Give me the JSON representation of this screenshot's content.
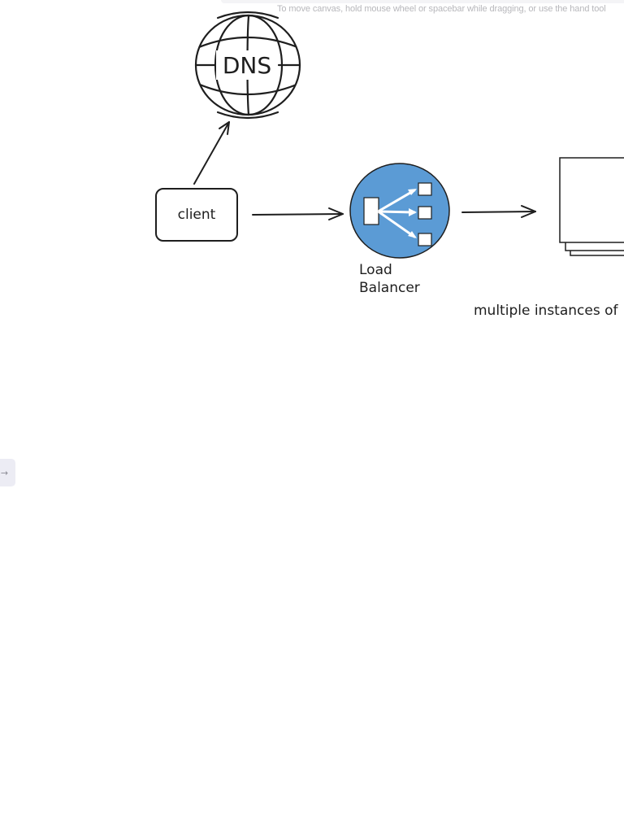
{
  "hint": {
    "text": "To move canvas, hold mouse wheel or spacebar while dragging, or use the hand tool"
  },
  "diagram": {
    "dns_label": "DNS",
    "client_label": "client",
    "lb_label_line1": "Load",
    "lb_label_line2": "Balancer",
    "instances_label": "multiple instances of"
  },
  "sidebar": {
    "toggle_icon": "arrow-right-icon",
    "toggle_glyph": "→"
  },
  "colors": {
    "stroke": "#1e1e1e",
    "lb_fill": "#5b9bd5",
    "hint_text": "#b7b7bb",
    "toggle_bg": "#ececf4"
  }
}
